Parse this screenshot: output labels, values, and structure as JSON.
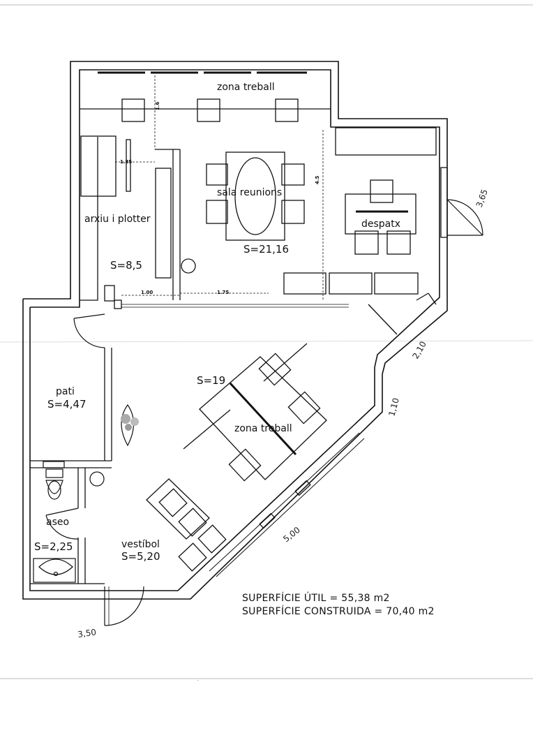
{
  "rooms": {
    "zona_treball_top": "zona treball",
    "sala_reunions": "sala reunions",
    "sala_reunions_area": "S=21,16",
    "arxiu": "arxiu i plotter",
    "arxiu_area": "S=8,5",
    "despatx": "despatx",
    "pati": "pati",
    "pati_area": "S=4,47",
    "zona_treball_bottom": "zona treball",
    "zona_treball_bottom_area": "S=19",
    "aseo": "aseo",
    "aseo_area": "S=2,25",
    "vestibol": "vestíbol",
    "vestibol_area": "S=5,20"
  },
  "dimensions": {
    "d_1_6": "1.6",
    "d_1_85": "1.85",
    "d_4_5": "4.5",
    "d_1_00": "1.00",
    "d_1_75": "1.75"
  },
  "handwritten": {
    "h_3_65": "3,65",
    "h_2_10": "2,10",
    "h_1_10": "1,10",
    "h_5_00": "5,00",
    "h_3_50": "3,50"
  },
  "totals": {
    "util": "SUPERFÍCIE ÚTIL = 55,38 m2",
    "construida": "SUPERFÍCIE CONSTRUIDA = 70,40 m2"
  }
}
